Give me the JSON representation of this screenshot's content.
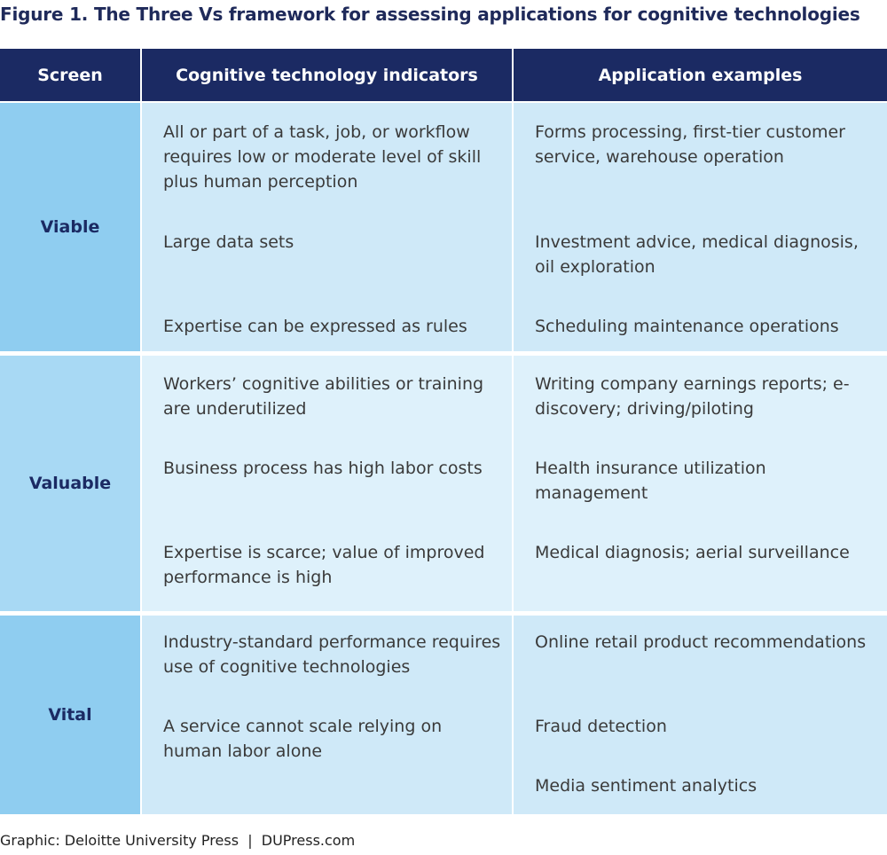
{
  "title": "Figure 1. The Three Vs framework for assessing applications for cognitive technologies",
  "headers": [
    "Screen",
    "Cognitive technology indicators",
    "Application examples"
  ],
  "sections": [
    {
      "screen": "Viable",
      "rows": [
        {
          "indicator": "All or part of a task, job, or workflow requires low or moderate level of skill plus human perception",
          "example": "Forms processing, first-tier customer service, warehouse operation"
        },
        {
          "indicator": "Large data sets",
          "example": "Investment advice, medical diagnosis, oil exploration"
        },
        {
          "indicator": "Expertise can be expressed as rules",
          "example": "Scheduling maintenance operations"
        }
      ]
    },
    {
      "screen": "Valuable",
      "rows": [
        {
          "indicator": "Workers’ cognitive abilities or training are underutilized",
          "example": "Writing company earnings reports; e-discovery; driving/piloting"
        },
        {
          "indicator": "Business process has high labor costs",
          "example": "Health insurance utilization management"
        },
        {
          "indicator": "Expertise is scarce; value of improved performance is high",
          "example": "Medical diagnosis; aerial surveillance"
        }
      ]
    },
    {
      "screen": "Vital",
      "rows": [
        {
          "indicator": "Industry-standard performance requires use of cognitive technologies",
          "example": "Online retail product recommendations"
        },
        {
          "indicator": "A service cannot scale relying on human labor alone",
          "example": "Fraud detection"
        },
        {
          "indicator": "",
          "example": "Media sentiment analytics"
        }
      ]
    }
  ],
  "footer": "Graphic: Deloitte University Press  |  DUPress.com",
  "colors": {
    "header_bg": "#1b2a63",
    "title_text": "#1f2a5a",
    "viable_screen": "#8fcdf0",
    "viable_cells": "#cfe9f8",
    "valuable_screen": "#a8d9f4",
    "valuable_cells": "#def1fb",
    "vital_screen": "#8fcdf0",
    "vital_cells": "#cfe9f8"
  }
}
